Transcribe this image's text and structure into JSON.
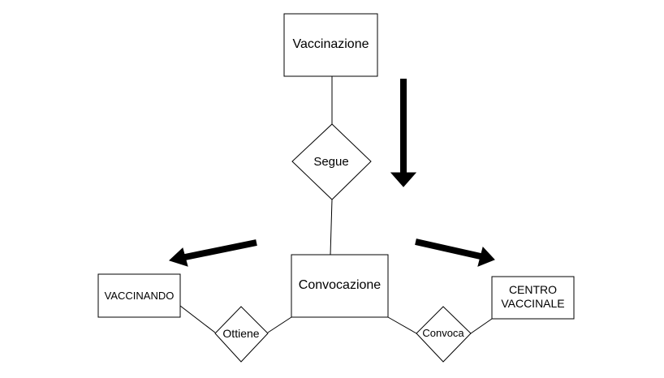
{
  "entities": {
    "vaccinazione": "Vaccinazione",
    "convocazione": "Convocazione",
    "vaccinando": "VACCINANDO",
    "centro_line1": "CENTRO",
    "centro_line2": "VACCINALE"
  },
  "relationships": {
    "segue": "Segue",
    "ottiene": "Ottiene",
    "convoca": "Convoca"
  }
}
